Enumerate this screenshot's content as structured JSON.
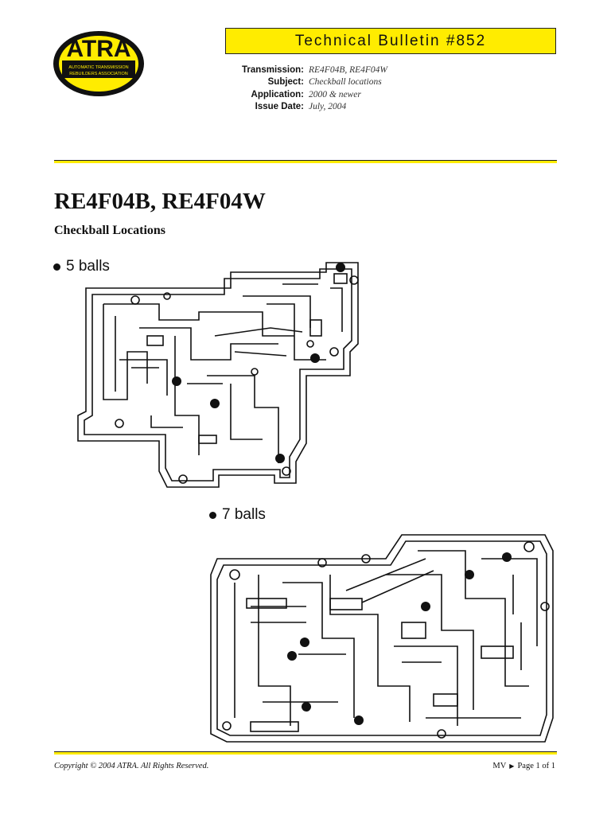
{
  "logo": {
    "text": "ATRA",
    "tagline": [
      "AUTOMATIC TRANSMISSION",
      "REBUILDERS ASSOCIATION"
    ]
  },
  "bulletin": "Technical Bulletin #852",
  "meta": [
    {
      "label": "Transmission:",
      "value": "RE4F04B, RE4F04W"
    },
    {
      "label": "Subject:",
      "value": "Checkball locations"
    },
    {
      "label": "Application:",
      "value": "2000 & newer"
    },
    {
      "label": "Issue Date:",
      "value": "July, 2004"
    }
  ],
  "title": "RE4F04B, RE4F04W",
  "subtitle": "Checkball Locations",
  "diagram1": {
    "label": "5 balls"
  },
  "diagram2": {
    "label": "7 balls"
  },
  "footer": {
    "copyright": "Copyright © 2004 ATRA.  All Rights Reserved.",
    "initials": "MV",
    "page": "Page 1 of  1"
  },
  "colors": {
    "accent": "#ffec00",
    "ink": "#111111"
  }
}
